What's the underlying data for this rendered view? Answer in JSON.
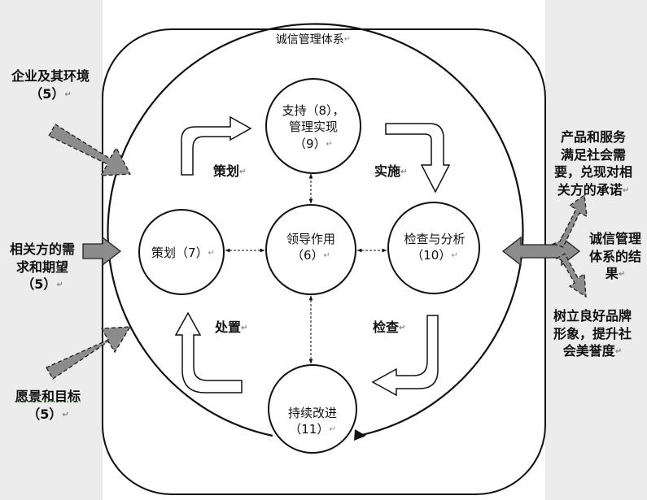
{
  "title": "诚信管理体系",
  "inputs": {
    "context": [
      "企业及其环境",
      "（5）"
    ],
    "stakeholders": [
      "相关方的需",
      "求和期望",
      "（5）"
    ],
    "vision": [
      "愿景和目标",
      "（5）"
    ]
  },
  "nodes": {
    "support": [
      "支持（8），",
      "管理实现",
      "（9）"
    ],
    "plan": "策划（7）",
    "leadership": [
      "领导作用",
      "（6）"
    ],
    "check": [
      "检查与分析",
      "（10）"
    ],
    "improve": [
      "持续改进",
      "（11）"
    ]
  },
  "cycle": {
    "plan": "策划",
    "do": "实施",
    "check": "检查",
    "act": "处置"
  },
  "outputs": {
    "result": [
      "诚信管理",
      "体系的结",
      "果"
    ],
    "products": [
      "产品和服务",
      "满足社会需",
      "要，兑现对相",
      "关方的承诺"
    ],
    "brand": [
      "树立良好品牌",
      "形象，提升社",
      "会美誉度"
    ]
  },
  "colors": {
    "arrow_fill": "#8c8c8c",
    "side_bg": "#ececec",
    "stroke": "#111111"
  }
}
